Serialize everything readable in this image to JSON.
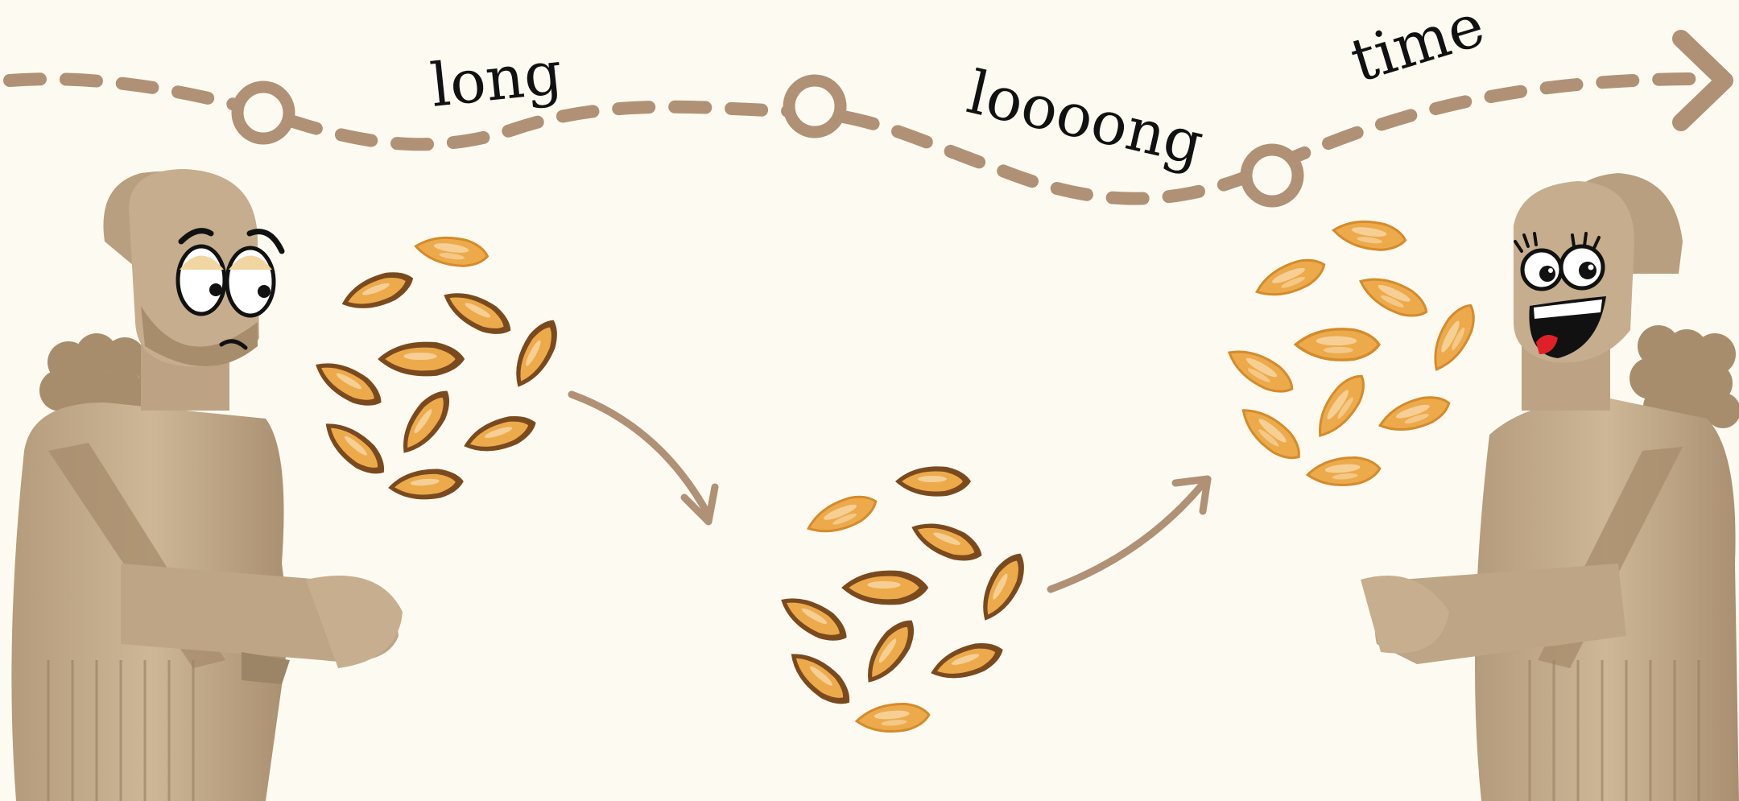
{
  "timeline": {
    "words": [
      "long",
      "loooong",
      "time"
    ],
    "arrow_color": "#b09175"
  },
  "figures": {
    "left": {
      "label": "worried-assyrian-figure",
      "expression": "worried"
    },
    "right": {
      "label": "happy-assyrian-figure",
      "expression": "laughing"
    }
  },
  "seed_piles": [
    {
      "name": "seed-pile-original",
      "tone": "dark"
    },
    {
      "name": "seed-pile-middle",
      "tone": "mixed"
    },
    {
      "name": "seed-pile-domesticated",
      "tone": "light"
    }
  ],
  "colors": {
    "background": "#fdfbf1",
    "path": "#b09175",
    "stone": "#c9b293",
    "stone_shadow": "#9c8466",
    "seed_light": "#ecaa4b",
    "seed_dark": "#7a4a1e",
    "seed_highlight": "#f6cf95"
  }
}
